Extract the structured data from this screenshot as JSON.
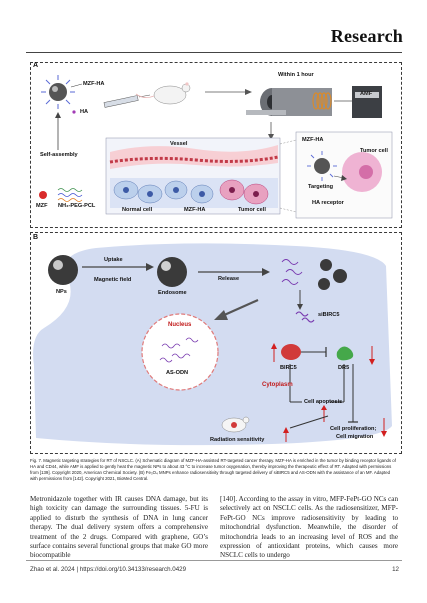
{
  "header": {
    "section": "Research"
  },
  "panel_a": {
    "label": "A",
    "mzf_ha": "MZF-HA",
    "ha": "HA",
    "self_assembly": "Self-assembly",
    "mzf": "MZF",
    "nh2_peg_pcl": "NH₂-PEG-PCL",
    "within_1_hour": "Within 1 hour",
    "amf": "AMF",
    "vessel": "Vessel",
    "normal_cell": "Normal cell",
    "mzf_ha_center": "MZF-HA",
    "tumor_cell": "Tumor cell",
    "inset_mzf_ha": "MZF-HA",
    "targeting": "Targeting",
    "ha_receptor": "HA receptor",
    "inset_tumor_cell": "Tumor cell"
  },
  "panel_b": {
    "label": "B",
    "uptake": "Uptake",
    "nps": "NPs",
    "magnetic_field": "Magnetic field",
    "endosome": "Endosome",
    "release": "Release",
    "sibirc5": "siBIRC5",
    "nucleus": "Nucleus",
    "as_odn": "AS-ODN",
    "birc5": "BIRC5",
    "dr5": "DR5",
    "cytoplasm": "Cytoplasm",
    "cell_apoptosis": "Cell apoptosis",
    "radiation_sensitivity": "Radiation sensitivity",
    "cell_proliferation": "Cell proliferation;",
    "cell_migration": "Cell migration"
  },
  "caption": "Fig. 7. Magnetic targeting strategies for RT of NSCLC. (A) Schematic diagram of MZF-HA-assisted RT-targeted cancer therapy. MZF-HA is enriched in the tumor by binding receptor ligands of HA and CD44, while AMF is applied to gently heat the magnetic NPs to about 43 °C to increase tumor oxygenation, thereby improving the therapeutic effect of RT. Adapted with permissions from [139]. Copyright 2020, American Chemical Society. (B) Fe₃O₄ MNPs enhance radiosensitivity through targeted delivery of siBIRC5 and AS-ODN with the assistance of an MF. Adapted with permissions from [142]. Copyright 2021, BioMed Central.",
  "body": {
    "left": "Metronidazole together with IR causes DNA damage, but its high toxicity can damage the surrounding tissues. 5-FU is applied to disturb the synthesis of DNA in lung cancer therapy. The dual delivery system offers a comprehensive treatment of the 2 drugs. Compared with graphene, GO’s surface contains several functional groups that make GO more biocompatible",
    "right": "[140]. According to the assay in vitro, MFP-FePt-GO NCs can selectively act on NSCLC cells. As the radiosensitizer, MFP-FePt-GO NCs improve radiosensitivity by leading to mitochondrial dysfunction. Meanwhile, the disorder of mitochondria leads to an increasing level of ROS and the expression of antioxidant proteins, which causes more NSCLC cells to undergo"
  },
  "footer": {
    "citation": "Zhao et al. 2024 | https://doi.org/10.34133/research.0429",
    "page": "12"
  }
}
